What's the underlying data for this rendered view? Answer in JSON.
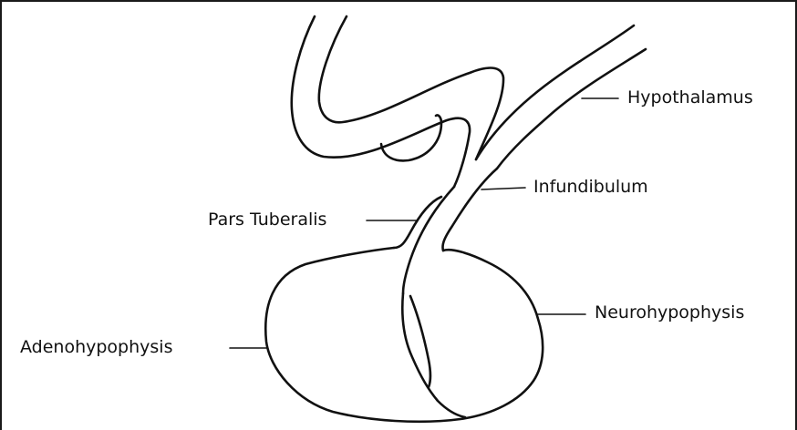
{
  "labels": {
    "hypothalamus": "Hypothalamus",
    "infundibulum": "Infundibulum",
    "pars_tuberalis": "Pars Tuberalis",
    "neurohypophysis": "Neurohypophysis",
    "adenohypophysis": "Adenohypophysis"
  },
  "colors": {
    "line": "#111111",
    "background": "#ffffff"
  }
}
